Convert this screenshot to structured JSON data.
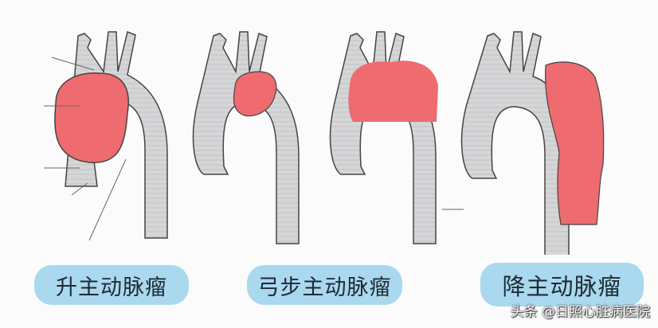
{
  "diagram": {
    "panels": [
      {
        "label": "升主动脉瘤",
        "aneurysm_location": "ascending aorta"
      },
      {
        "label": "弓步主动脉瘤",
        "aneurysm_location": "aortic arch"
      },
      {
        "label": "降主动脉瘤",
        "aneurysm_location": "descending aorta"
      }
    ],
    "colors": {
      "aorta": "#d3d4d6",
      "aneurysm": "#ee6b6f",
      "label_bg": "#a9d8ef",
      "outline": "#444444"
    }
  },
  "watermark": "头条 @日照心脏病医院"
}
